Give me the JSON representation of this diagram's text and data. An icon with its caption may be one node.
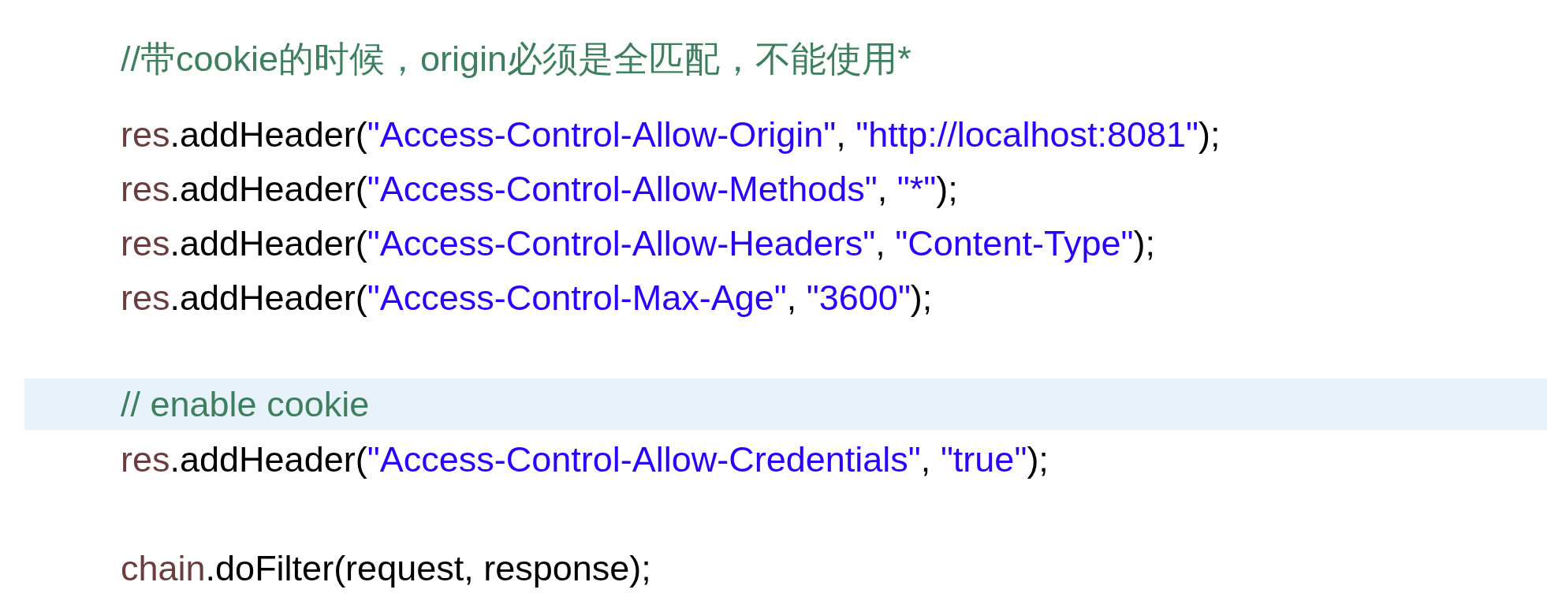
{
  "diagram": {
    "labels": [
      "//带cookie的时候，origin必须是全匹配，不能使用*",
      "res.addHeader(\"Access-Control-Allow-Origin\", \"http://localhost:8081\");",
      "res.addHeader(\"Access-Control-Allow-Methods\", \"*\");",
      "res.addHeader(\"Access-Control-Allow-Headers\", \"Content-Type\");",
      "res.addHeader(\"Access-Control-Max-Age\", \"3600\");",
      "// enable cookie",
      "res.addHeader(\"Access-Control-Allow-Credentials\", \"true\");",
      "chain.doFilter(request, response);"
    ]
  }
}
